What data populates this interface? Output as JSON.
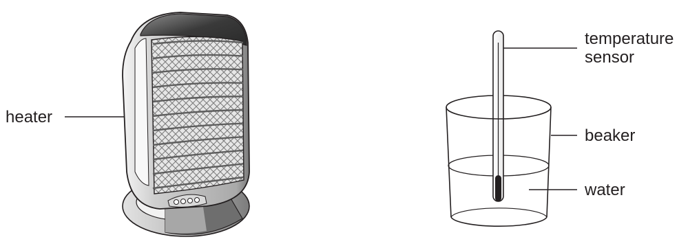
{
  "labels": {
    "heater": "heater",
    "sensor_line1": "temperature",
    "sensor_line2": "sensor",
    "beaker": "beaker",
    "water": "water"
  },
  "colors": {
    "ink": "#231f20",
    "heater_body": "#d8d8d8",
    "heater_dark": "#5a5a5a",
    "element_grid": "#8a8a8a"
  }
}
